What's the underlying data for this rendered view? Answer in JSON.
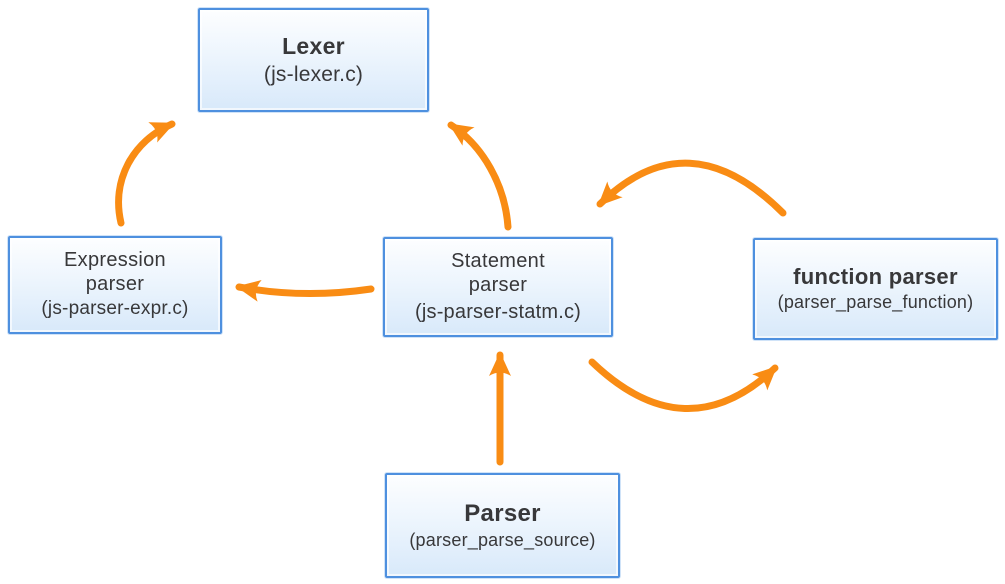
{
  "diagram": {
    "kind": "module-call-graph",
    "boxes": {
      "lexer": {
        "title": "Lexer",
        "subtitle": "(js-lexer.c)"
      },
      "expression_parser": {
        "title": "Expression\nparser",
        "subtitle": "(js-parser-expr.c)"
      },
      "statement_parser": {
        "title": "Statement\nparser",
        "subtitle": "(js-parser-statm.c)"
      },
      "function_parser": {
        "title": "function parser",
        "subtitle": "(parser_parse_function)"
      },
      "parser": {
        "title": "Parser",
        "subtitle": "(parser_parse_source)"
      }
    },
    "edges": [
      {
        "from": "Expression parser",
        "to": "Lexer"
      },
      {
        "from": "Statement parser",
        "to": "Lexer"
      },
      {
        "from": "Statement parser",
        "to": "Expression parser"
      },
      {
        "from": "function parser",
        "to": "Statement parser"
      },
      {
        "from": "Statement parser",
        "to": "function parser"
      },
      {
        "from": "Parser",
        "to": "Statement parser"
      }
    ],
    "colors": {
      "arrow": "#F98C14",
      "box_border": "#4E90DF",
      "box_fill_top": "#FDFEFF",
      "box_fill_bottom": "#D8E9FA",
      "text": "#38383A",
      "background": "#FFFFFF"
    }
  }
}
